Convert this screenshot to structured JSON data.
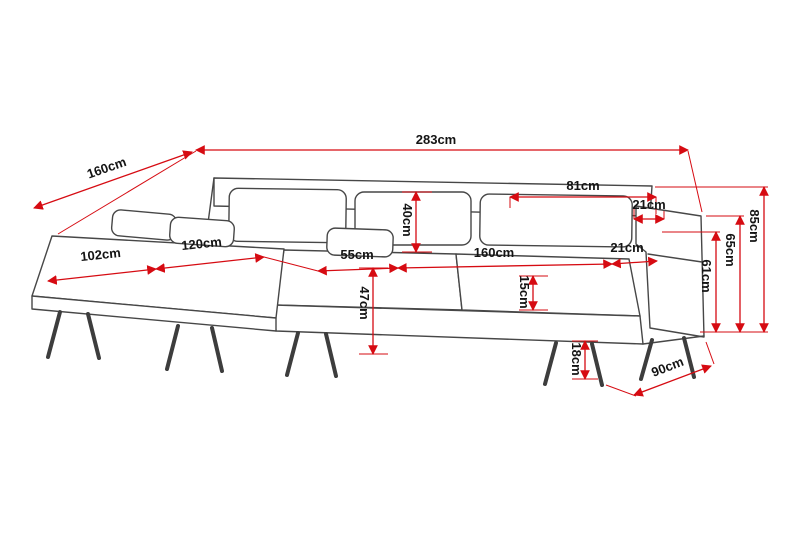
{
  "diagram": {
    "type": "furniture-dimension-diagram",
    "subject": "corner sofa with chaise",
    "unit": "cm",
    "colors": {
      "dimension_line": "#d60b12",
      "outline": "#474747",
      "label": "#141414",
      "background": "#ffffff"
    },
    "dims": {
      "total_width": "283cm",
      "chaise_length": "160cm",
      "back_cushion_width": "81cm",
      "armrest_top_depth": "21cm",
      "total_height": "85cm",
      "armrest_height": "65cm",
      "seat_back_height": "61cm",
      "back_cushion_height": "40cm",
      "chaise_width": "102cm",
      "chaise_seat_depth": "120cm",
      "seat_cushion_depth": "55cm",
      "seat_width": "160cm",
      "armrest_width": "21cm",
      "seat_cushion_thickness": "15cm",
      "seat_height": "47cm",
      "leg_height": "18cm",
      "total_depth": "90cm"
    }
  }
}
